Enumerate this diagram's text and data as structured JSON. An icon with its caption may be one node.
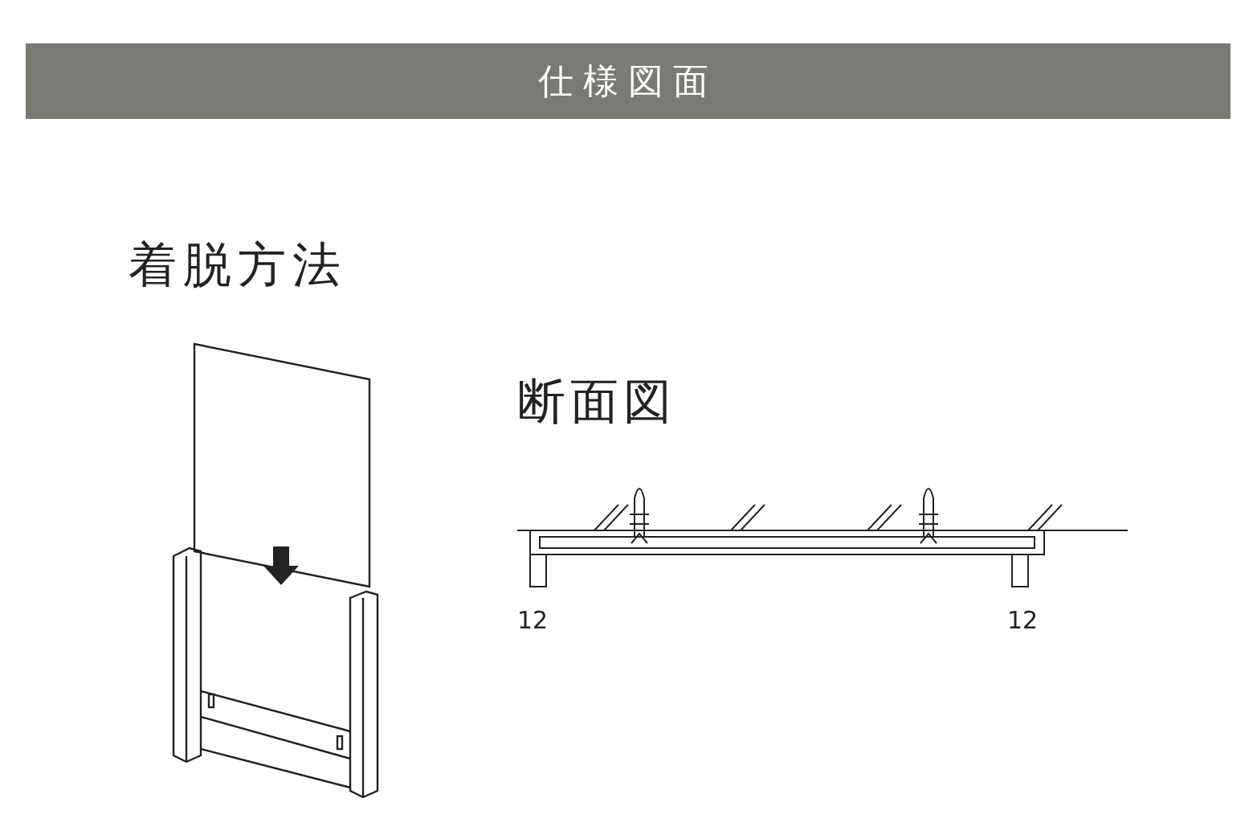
{
  "diagram": {
    "title": "仕様図面",
    "labels": [
      "着脱方法",
      "断面図",
      "12",
      "12"
    ]
  }
}
